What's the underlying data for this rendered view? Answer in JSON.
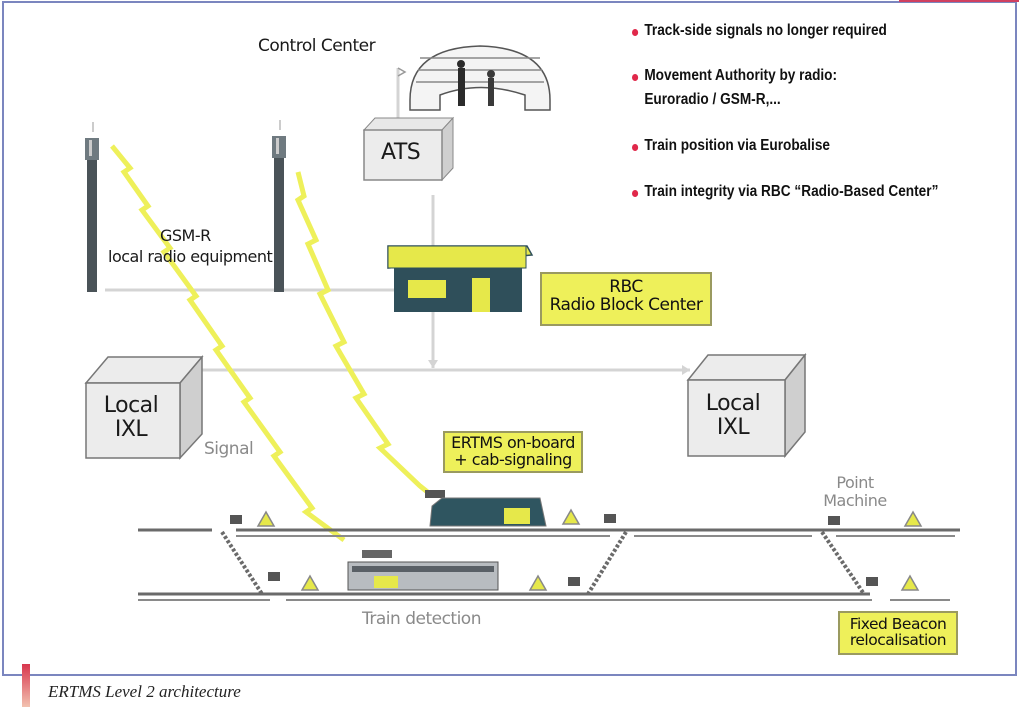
{
  "diagram": {
    "title": "ERTMS Level 2 architecture",
    "nodes": {
      "control_center": "Control Center",
      "ats": "ATS",
      "gsmr_line1": "GSM-R",
      "gsmr_line2": "local radio equipment",
      "rbc_line1": "RBC",
      "rbc_line2": "Radio Block Center",
      "ixl_left_line1": "Local",
      "ixl_left_line2": "IXL",
      "ixl_right_line1": "Local",
      "ixl_right_line2": "IXL",
      "signal": "Signal",
      "ertms_line1": "ERTMS on-board",
      "ertms_line2": "+ cab-signaling",
      "point_machine_line1": "Point",
      "point_machine_line2": "Machine",
      "train_detection": "Train detection",
      "beacon_line1": "Fixed Beacon",
      "beacon_line2": "relocalisation"
    },
    "bullets": [
      {
        "text": "Track-side signals no longer required"
      },
      {
        "text": "Movement Authority by radio:",
        "continuation": "Euroradio / GSM-R,..."
      },
      {
        "text": "Train position via Eurobalise"
      },
      {
        "text": "Train integrity via RBC “Radio-Based Center”"
      }
    ],
    "colors": {
      "highlight": "#eef05a",
      "bullet": "#e0284a",
      "frame": "#7b86bf",
      "building": "#2f4f5a"
    }
  }
}
